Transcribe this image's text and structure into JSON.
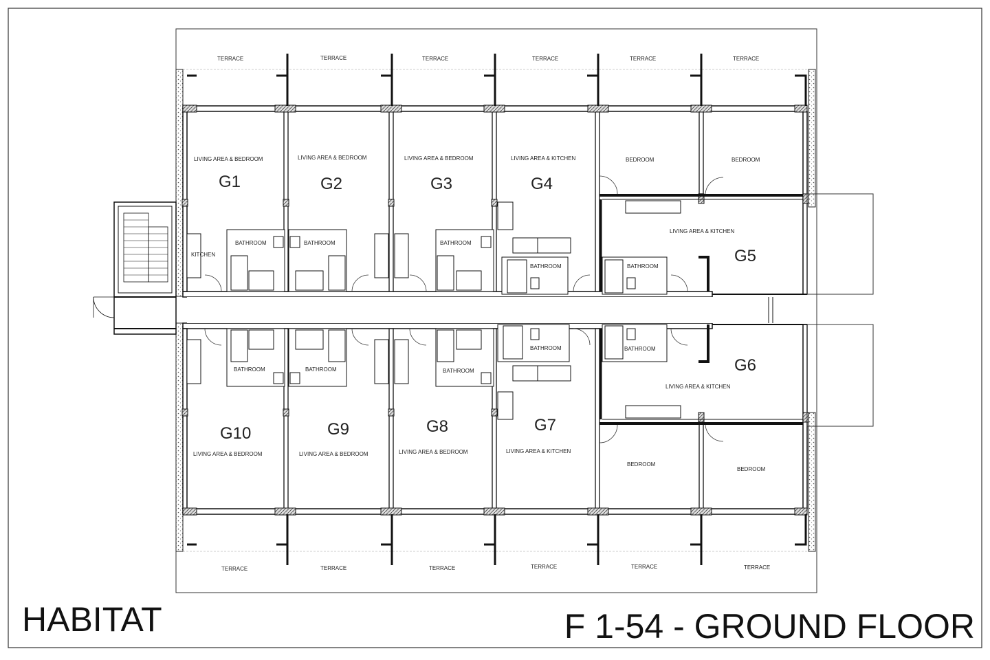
{
  "project_name": "HABITAT",
  "drawing_title": "F 1-54 - GROUND FLOOR",
  "units_top": [
    {
      "id": "G1",
      "room": "LIVING AREA & BEDROOM"
    },
    {
      "id": "G2",
      "room": "LIVING AREA & BEDROOM"
    },
    {
      "id": "G3",
      "room": "LIVING AREA & BEDROOM"
    },
    {
      "id": "G4",
      "room": "LIVING AREA & KITCHEN"
    }
  ],
  "units_bottom": [
    {
      "id": "G10",
      "room": "LIVING AREA & BEDROOM"
    },
    {
      "id": "G9",
      "room": "LIVING AREA & BEDROOM"
    },
    {
      "id": "G8",
      "room": "LIVING AREA & BEDROOM"
    },
    {
      "id": "G7",
      "room": "LIVING AREA & KITCHEN"
    }
  ],
  "unit_g5": {
    "id": "G5",
    "room": "LIVING AREA & KITCHEN",
    "bedroom": "BEDROOM"
  },
  "unit_g6": {
    "id": "G6",
    "room": "LIVING AREA & KITCHEN",
    "bedroom": "BEDROOM"
  },
  "terrace_label": "TERRACE",
  "bathroom_label": "BATHROOM",
  "kitchen_label": "KITCHEN"
}
